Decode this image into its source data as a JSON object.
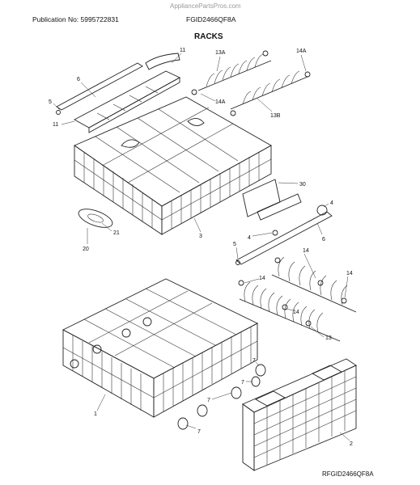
{
  "header": {
    "watermark": "AppliancePartsPros.com",
    "publication": "Publication No: 5995722831",
    "model": "FGID2466QF8A",
    "section": "RACKS"
  },
  "footer": {
    "code": "RFGID2466QF8A"
  },
  "callouts": {
    "c11a": "11",
    "c13a": "13A",
    "c14a_top": "14A",
    "c6a": "6",
    "c5a": "5",
    "c11b": "11",
    "c14a_mid": "14A",
    "c13b": "13B",
    "c30": "30",
    "c4a": "4",
    "c4b": "4",
    "c21": "21",
    "c20": "20",
    "c3": "3",
    "c5b": "5",
    "c6b": "6",
    "c14_r1": "14",
    "c14_l": "14",
    "c14_r2": "14",
    "c14_c": "14",
    "c13": "13",
    "c1": "1",
    "c7a": "7",
    "c7b": "7",
    "c7c": "7",
    "c7d": "7",
    "c2": "2"
  }
}
